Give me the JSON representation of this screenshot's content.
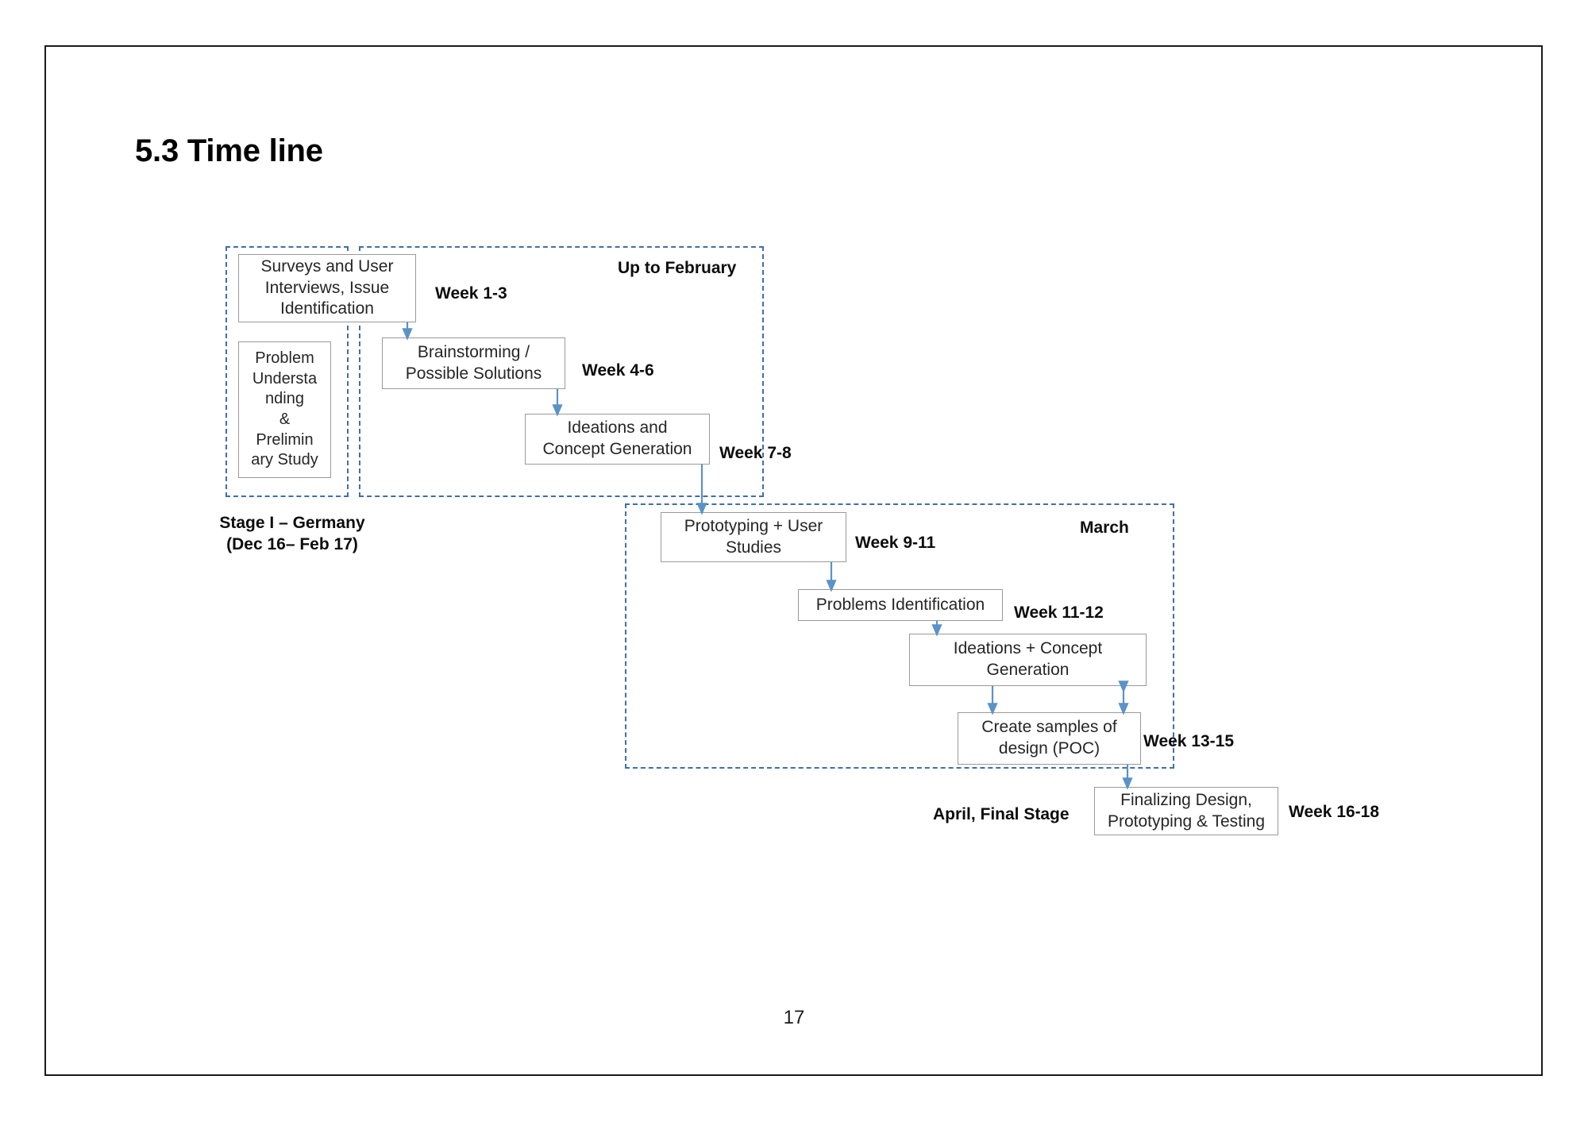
{
  "slide": {
    "title": "5.3 Time line",
    "page_number": "17",
    "accent_color": "#3f6fa8",
    "box_border_color": "#9a9a9a",
    "arrow_color": "#5b92c8"
  },
  "groups": [
    {
      "name": "stage-one-left",
      "label": ""
    },
    {
      "name": "up-to-february",
      "label": "Up to February"
    },
    {
      "name": "march",
      "label": "March"
    }
  ],
  "boxes": {
    "surveys": "Surveys and User Interviews, Issue Identification",
    "problem_understanding": "Problem Understa nding & Prelimin ary Study",
    "brainstorming": "Brainstorming / Possible Solutions",
    "ideations_concept": "Ideations and Concept Generation",
    "prototyping": "Prototyping + User Studies",
    "problems_identification": "Problems Identification",
    "ideations_plus_concept": "Ideations + Concept Generation",
    "create_samples": "Create samples of design (POC)",
    "finalizing": "Finalizing Design, Prototyping & Testing"
  },
  "box_lines": {
    "surveys": [
      "Surveys and User",
      "Interviews, Issue",
      "Identification"
    ],
    "problem_understanding": [
      "Problem",
      "Understa",
      "nding",
      "&",
      "Prelimin",
      "ary Study"
    ],
    "brainstorming": [
      "Brainstorming /",
      "Possible Solutions"
    ],
    "ideations_concept": [
      "Ideations and",
      "Concept Generation"
    ],
    "prototyping": [
      "Prototyping + User",
      "Studies"
    ],
    "problems_identification": [
      "Problems Identification"
    ],
    "ideations_plus_concept": [
      "Ideations + Concept",
      "Generation"
    ],
    "create_samples": [
      "Create samples of",
      "design (POC)"
    ],
    "finalizing": [
      "Finalizing Design,",
      "Prototyping & Testing"
    ]
  },
  "weeks": {
    "w1": "Week 1-3",
    "w2": "Week 4-6",
    "w3": "Week 7-8",
    "w4": "Week 9-11",
    "w5": "Week 11-12",
    "w6": "Week 13-15",
    "w7": "Week 16-18"
  },
  "stage_labels": {
    "stage1_line1": "Stage I – Germany",
    "stage1_line2": "(Dec 16– Feb 17)",
    "up_to_february": "Up to February",
    "march": "March",
    "april_final": "April, Final Stage"
  },
  "chart_data": {
    "type": "table",
    "title": "5.3 Time line",
    "categories": [
      "Surveys and User Interviews, Issue Identification",
      "Brainstorming / Possible Solutions",
      "Ideations and Concept Generation",
      "Prototyping + User Studies",
      "Problems Identification",
      "Ideations + Concept Generation",
      "Create samples of design (POC)",
      "Finalizing Design, Prototyping & Testing"
    ],
    "values": [
      "Week 1-3",
      "Week 4-6",
      "Week 7-8",
      "Week 9-11",
      "Week 11-12",
      "Week 13-15",
      "Week 13-15",
      "Week 16-18"
    ],
    "stages": [
      "Stage I – Germany (Dec 16– Feb 17)",
      "Up to February",
      "March",
      "April, Final Stage"
    ]
  }
}
